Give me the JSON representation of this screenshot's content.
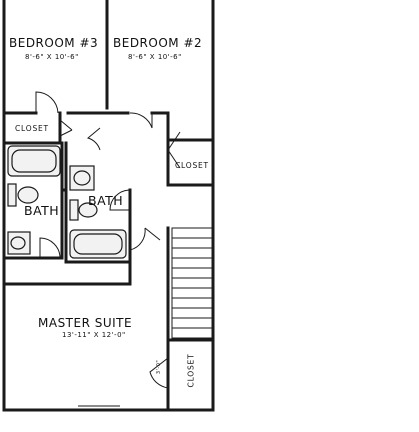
{
  "rooms": {
    "bedroom3": {
      "name": "BEDROOM #3",
      "dims": "8'-6\" X 10'-6\""
    },
    "bedroom2": {
      "name": "BEDROOM #2",
      "dims": "8'-6\" X 10'-6\""
    },
    "closet_left": {
      "name": "CLOSET"
    },
    "closet_right": {
      "name": "CLOSET"
    },
    "bath_left": {
      "name": "BATH"
    },
    "bath_right": {
      "name": "BATH"
    },
    "master": {
      "name": "MASTER SUITE",
      "dims": "13'-11\" X 12'-0\""
    },
    "closet_master": {
      "name": "CLOSET",
      "note": "3'-0\""
    }
  }
}
